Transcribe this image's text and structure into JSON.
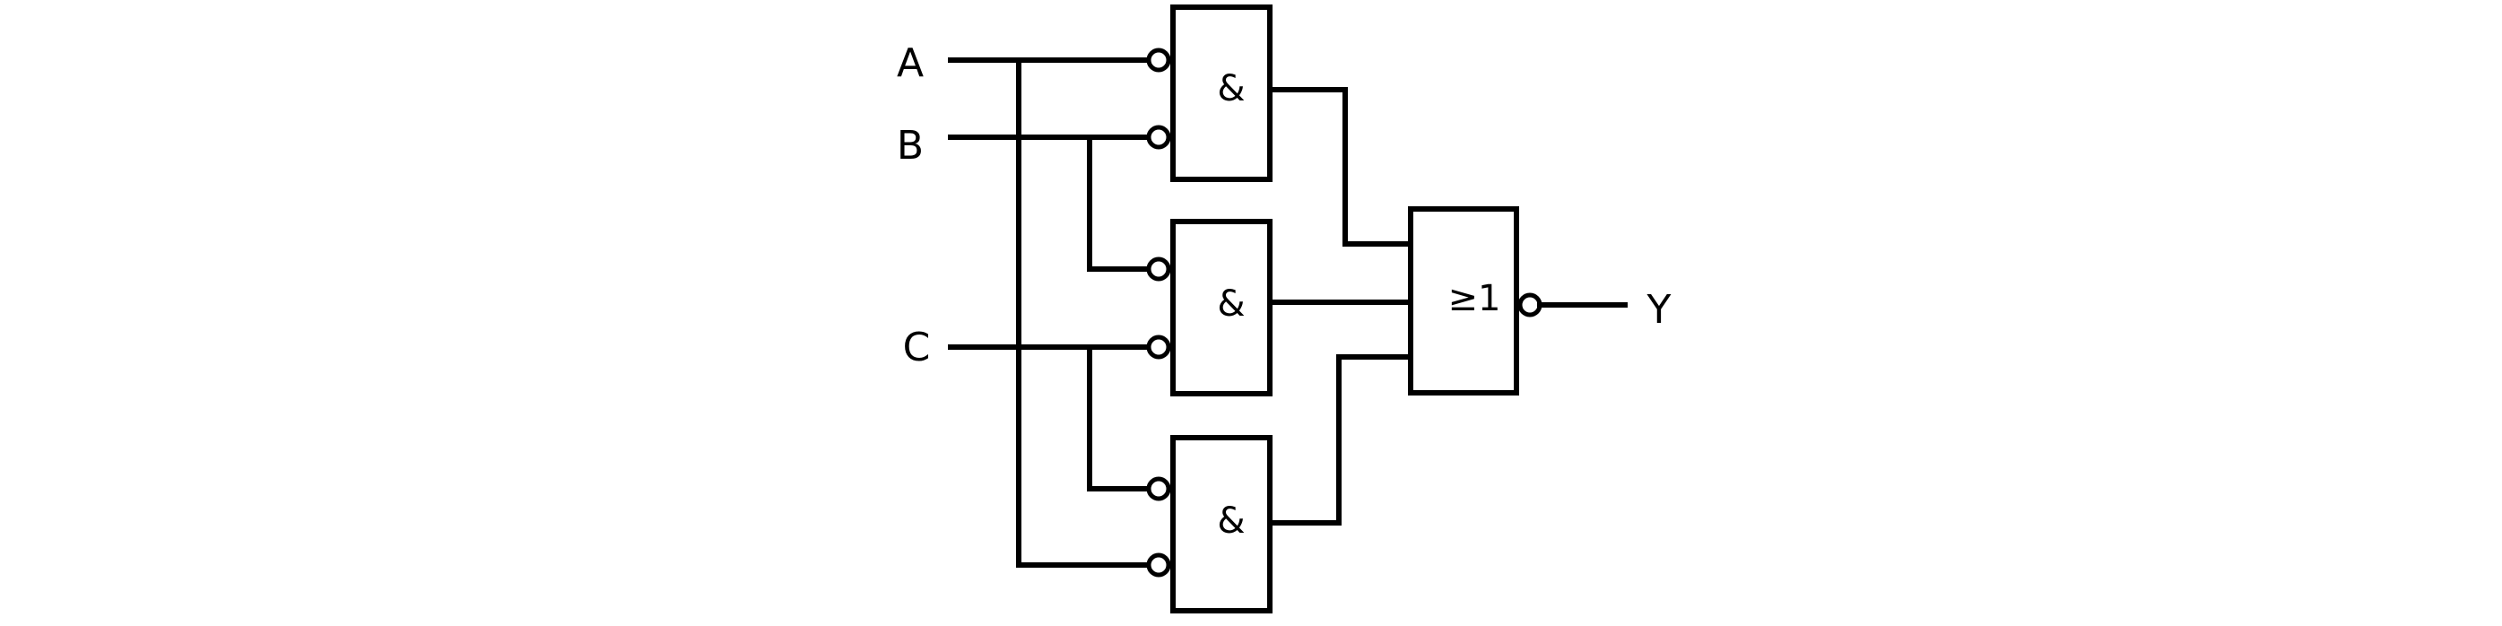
{
  "inputs": {
    "a": "A",
    "b": "B",
    "c": "C"
  },
  "output": "Y",
  "gates": {
    "and_1": "&",
    "and_2": "&",
    "and_3": "&",
    "nor": "≥1"
  },
  "colors": {
    "line": "#000000",
    "background": "#ffffff"
  }
}
